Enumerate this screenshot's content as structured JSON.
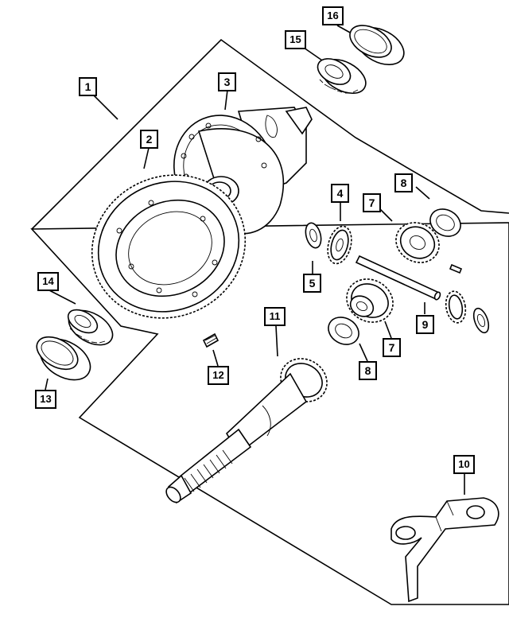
{
  "diagram": {
    "callouts": [
      {
        "id": "c1",
        "label": "1"
      },
      {
        "id": "c2",
        "label": "2"
      },
      {
        "id": "c3",
        "label": "3"
      },
      {
        "id": "c4",
        "label": "4"
      },
      {
        "id": "c5",
        "label": "5"
      },
      {
        "id": "c7a",
        "label": "7"
      },
      {
        "id": "c7b",
        "label": "7"
      },
      {
        "id": "c8a",
        "label": "8"
      },
      {
        "id": "c8b",
        "label": "8"
      },
      {
        "id": "c9",
        "label": "9"
      },
      {
        "id": "c10",
        "label": "10"
      },
      {
        "id": "c11",
        "label": "11"
      },
      {
        "id": "c12",
        "label": "12"
      },
      {
        "id": "c13",
        "label": "13"
      },
      {
        "id": "c14",
        "label": "14"
      },
      {
        "id": "c15",
        "label": "15"
      },
      {
        "id": "c16",
        "label": "16"
      }
    ]
  }
}
